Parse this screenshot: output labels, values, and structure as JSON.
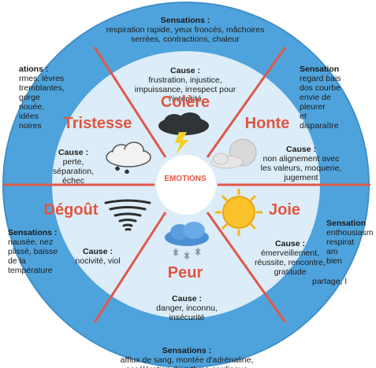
{
  "center": "EMOTIONS",
  "colors": {
    "outer_ring": "#4fa3dc",
    "inner_disc": "#dcecf8",
    "dividers": "#e0574a",
    "emotion_text": "#e1563f"
  },
  "emotions": {
    "colere": {
      "name": "Colère",
      "cause_label": "Cause :",
      "cause": "frustration, injustice, impuissance, irrespect pour l'intégrité",
      "icon": "storm-cloud-icon",
      "sensations_label": "Sensations :",
      "sensations": "respiration rapide, yeux froncés, mâchoires serrées, contractions, chaleur"
    },
    "honte": {
      "name": "Honte",
      "cause_label": "Cause :",
      "cause": "non alignement avec les valeurs, moquerie, jugement",
      "icon": "moon-cloud-icon",
      "sensations_label": "Sensation",
      "sensations": "regard bais\ndos courbe\nenvie de\npleurer\net\ndisparaître"
    },
    "joie": {
      "name": "Joie",
      "cause_label": "Cause :",
      "cause": "émerveillement, réussite, rencontre, gratitude",
      "icon": "sun-icon",
      "sensations_label": "Sensation",
      "sensations": "enthousiasm\nrespirat\nam\nbien",
      "extra": "partage, l"
    },
    "peur": {
      "name": "Peur",
      "cause_label": "Cause :",
      "cause": "danger, inconnu, insécurité",
      "icon": "snow-cloud-icon",
      "sensations_label": "Sensations :",
      "sensations": "afflux de sang, montée d'adrénaline, accélération du rythme cardiaque"
    },
    "degout": {
      "name": "Dégoût",
      "cause_label": "Cause :",
      "cause": "nocivité, viol",
      "icon": "tornado-icon",
      "sensations_label": "Sensations :",
      "sensations": "nausée, nez plissé, baisse de la température"
    },
    "tristesse": {
      "name": "Tristesse",
      "cause_label": "Cause :",
      "cause": "perte, séparation, échec",
      "icon": "rain-cloud-icon",
      "sensations_label": "ations :",
      "sensations": "rmes, lèvres\ntremblantes,\ngorge\nnouée,\nidées\nnoires"
    }
  }
}
